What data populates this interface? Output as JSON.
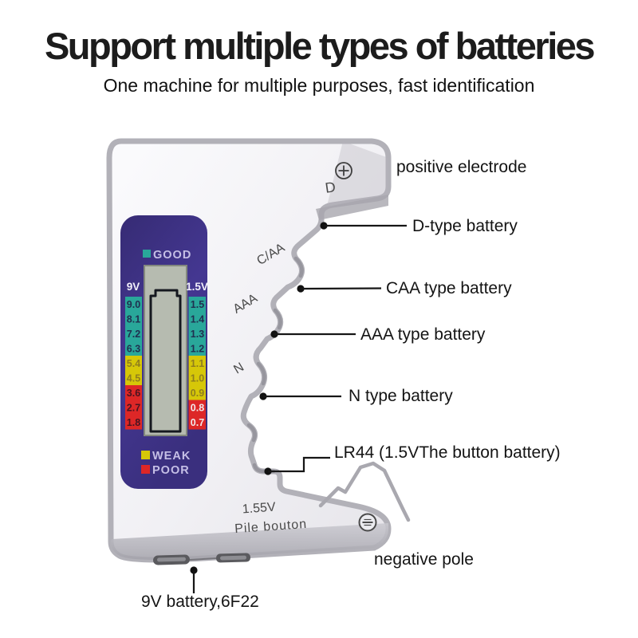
{
  "header": {
    "title": "Support multiple types of batteries",
    "subtitle": "One machine for multiple purposes, fast identification"
  },
  "device": {
    "lcd": {
      "good_label": "GOOD",
      "weak_label": "WEAK",
      "poor_label": "POOR",
      "left_header": "9V",
      "right_header": "1.5V",
      "left_values": [
        "9.0",
        "8.1",
        "7.2",
        "6.3",
        "5.4",
        "4.5",
        "3.6",
        "2.7",
        "1.8"
      ],
      "left_statuses": [
        "good",
        "good",
        "good",
        "good",
        "weak",
        "weak",
        "poor",
        "poor",
        "poor"
      ],
      "right_values": [
        "1.5",
        "1.4",
        "1.3",
        "1.2",
        "1.1",
        "1.0",
        "0.9",
        "0.8",
        "0.7"
      ],
      "right_statuses": [
        "good",
        "good",
        "good",
        "good",
        "weak",
        "weak",
        "weak",
        "poor",
        "poor"
      ]
    },
    "markings": {
      "d_slot": "D",
      "c_aa_slot": "C/AA",
      "aaa_slot": "AAA",
      "n_slot": "N",
      "button_voltage": "1.55V",
      "button_label": "Pile bouton"
    },
    "icons": {
      "positive_terminal": "plus-circle",
      "negative_terminal": "minus-circle",
      "battery_outline": "battery-gauge"
    }
  },
  "annotations": {
    "positive_electrode": "positive electrode",
    "d_type": "D-type battery",
    "caa_type": "CAA type battery",
    "aaa_type": "AAA type battery",
    "n_type": "N type battery",
    "lr44": "LR44 (1.5VThe button battery)",
    "negative_pole": "negative pole",
    "nine_v": "9V battery,6F22"
  },
  "colors": {
    "good": "#29a79a",
    "weak": "#d6c708",
    "poor": "#dd2727",
    "lcd_panel": "#3e3388",
    "lcd_screen": "#b6bbb0",
    "body_silver": "#b2b1b8",
    "status_text": "#c5bfe6"
  }
}
